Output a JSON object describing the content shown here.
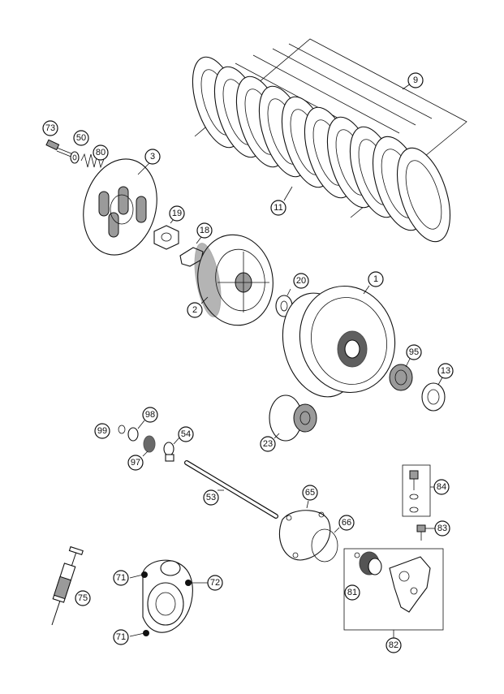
{
  "diagram": {
    "callouts": [
      {
        "id": "c9",
        "label": "9"
      },
      {
        "id": "c73",
        "label": "73"
      },
      {
        "id": "c50",
        "label": "50"
      },
      {
        "id": "c80",
        "label": "80"
      },
      {
        "id": "c3",
        "label": "3"
      },
      {
        "id": "c11",
        "label": "11"
      },
      {
        "id": "c19",
        "label": "19"
      },
      {
        "id": "c18",
        "label": "18"
      },
      {
        "id": "c20",
        "label": "20"
      },
      {
        "id": "c1",
        "label": "1"
      },
      {
        "id": "c2",
        "label": "2"
      },
      {
        "id": "c95",
        "label": "95"
      },
      {
        "id": "c13",
        "label": "13"
      },
      {
        "id": "c23",
        "label": "23"
      },
      {
        "id": "c98",
        "label": "98"
      },
      {
        "id": "c99",
        "label": "99"
      },
      {
        "id": "c54",
        "label": "54"
      },
      {
        "id": "c97",
        "label": "97"
      },
      {
        "id": "c53",
        "label": "53"
      },
      {
        "id": "c84",
        "label": "84"
      },
      {
        "id": "c65",
        "label": "65"
      },
      {
        "id": "c66",
        "label": "66"
      },
      {
        "id": "c83",
        "label": "83"
      },
      {
        "id": "c71a",
        "label": "71"
      },
      {
        "id": "c72",
        "label": "72"
      },
      {
        "id": "c75",
        "label": "75"
      },
      {
        "id": "c71b",
        "label": "71"
      },
      {
        "id": "c81",
        "label": "81"
      },
      {
        "id": "c82",
        "label": "82"
      }
    ]
  }
}
